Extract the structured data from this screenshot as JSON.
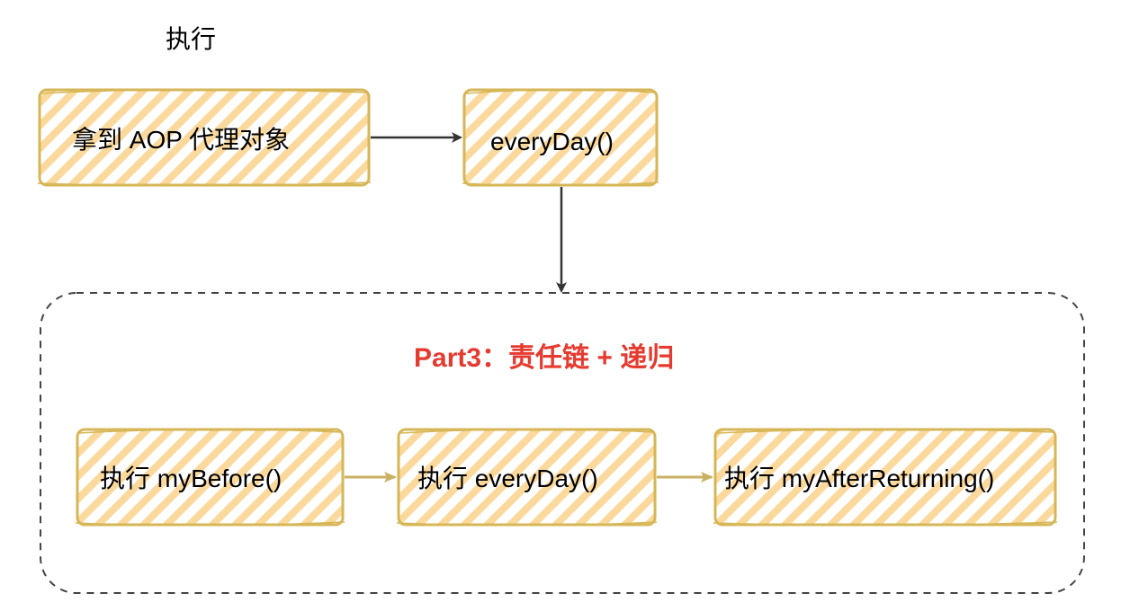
{
  "top_label": "执行",
  "nodes": {
    "proxy": "拿到 AOP 代理对象",
    "everyday": "everyDay()",
    "before": "执行 myBefore()",
    "everyday_exec": "执行 everyDay()",
    "after": "执行 myAfterReturning()"
  },
  "group": {
    "title": "Part3：责任链 + 递归"
  },
  "colors": {
    "node_fill": "#fce8c3",
    "node_hatch": "#f7d08a",
    "node_stroke": "#d6b656",
    "arrow_dark": "#333333",
    "arrow_gold": "#c9b062",
    "group_border": "#444444",
    "title_red": "#e53a2f"
  }
}
